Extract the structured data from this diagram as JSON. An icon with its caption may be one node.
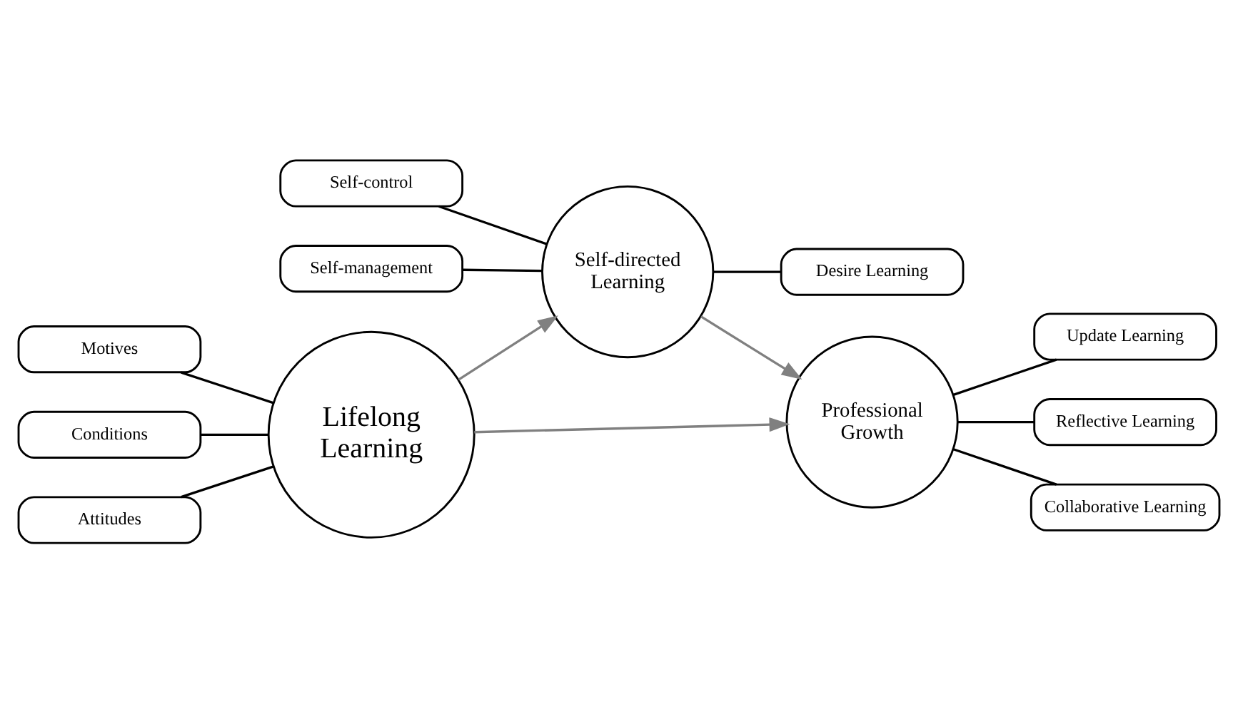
{
  "diagram": {
    "nodes": [
      {
        "text": [
          "Self-control"
        ]
      },
      {
        "text": [
          "Self-management"
        ]
      },
      {
        "text": [
          "Desire Learning"
        ]
      },
      {
        "text": [
          "Self-directed Learning"
        ]
      },
      {
        "text": [
          "Motives"
        ]
      },
      {
        "text": [
          "Update Learning"
        ]
      },
      {
        "text": [
          "Lifelong Learning"
        ]
      },
      {
        "text": [
          "Professional Growth"
        ]
      },
      {
        "text": [
          "Conditions"
        ]
      },
      {
        "text": [
          "Reflective Learning"
        ]
      },
      {
        "text": [
          "Attitudes"
        ]
      },
      {
        "text": [
          "Collaborative Learning"
        ]
      }
    ],
    "edges": [
      {
        "from": 6,
        "to": 3,
        "arrow": "to",
        "color": "#808080"
      },
      {
        "from": 3,
        "to": 7,
        "arrow": "to",
        "color": "#808080"
      },
      {
        "from": 6,
        "to": 7,
        "arrow": "to",
        "color": "#808080"
      },
      {
        "from": 1,
        "to": 3,
        "arrow": "none"
      },
      {
        "from": 0,
        "to": 3,
        "arrow": "none"
      },
      {
        "from": 3,
        "to": 2,
        "arrow": "none"
      },
      {
        "from": 4,
        "to": 6,
        "arrow": "none"
      },
      {
        "from": 8,
        "to": 6,
        "arrow": "none"
      },
      {
        "from": 10,
        "to": 6,
        "arrow": "none"
      },
      {
        "from": 7,
        "to": 5,
        "arrow": "none"
      },
      {
        "from": 7,
        "to": 9,
        "arrow": "none"
      },
      {
        "from": 7,
        "to": 11,
        "arrow": "none"
      }
    ]
  }
}
